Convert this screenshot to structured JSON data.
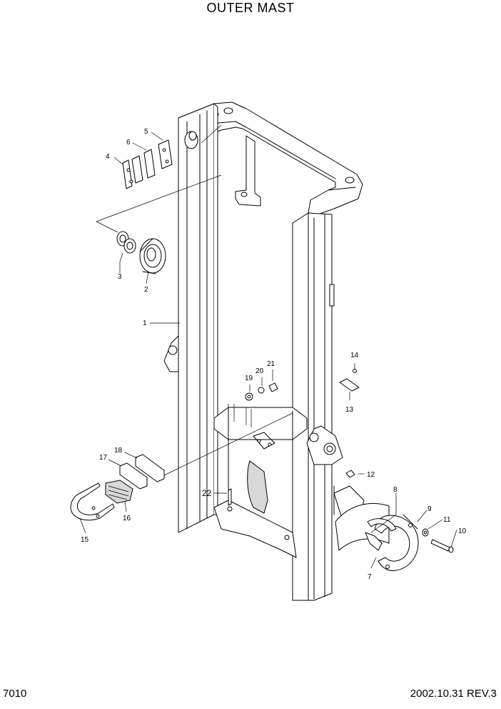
{
  "header": {
    "title": "OUTER MAST"
  },
  "footer": {
    "page_code": "7010",
    "revision": "2002.10.31 REV.3"
  },
  "callouts": [
    {
      "id": "1",
      "label": "1"
    },
    {
      "id": "2",
      "label": "2"
    },
    {
      "id": "3",
      "label": "3"
    },
    {
      "id": "4",
      "label": "4"
    },
    {
      "id": "5",
      "label": "5"
    },
    {
      "id": "6",
      "label": "6"
    },
    {
      "id": "7",
      "label": "7"
    },
    {
      "id": "8",
      "label": "8"
    },
    {
      "id": "9",
      "label": "9"
    },
    {
      "id": "10",
      "label": "10"
    },
    {
      "id": "11",
      "label": "11"
    },
    {
      "id": "12",
      "label": "12"
    },
    {
      "id": "13",
      "label": "13"
    },
    {
      "id": "14",
      "label": "14"
    },
    {
      "id": "15",
      "label": "15"
    },
    {
      "id": "16",
      "label": "16"
    },
    {
      "id": "17",
      "label": "17"
    },
    {
      "id": "18",
      "label": "18"
    },
    {
      "id": "19",
      "label": "19"
    },
    {
      "id": "20",
      "label": "20"
    },
    {
      "id": "21",
      "label": "21"
    },
    {
      "id": "22",
      "label": "22"
    }
  ]
}
